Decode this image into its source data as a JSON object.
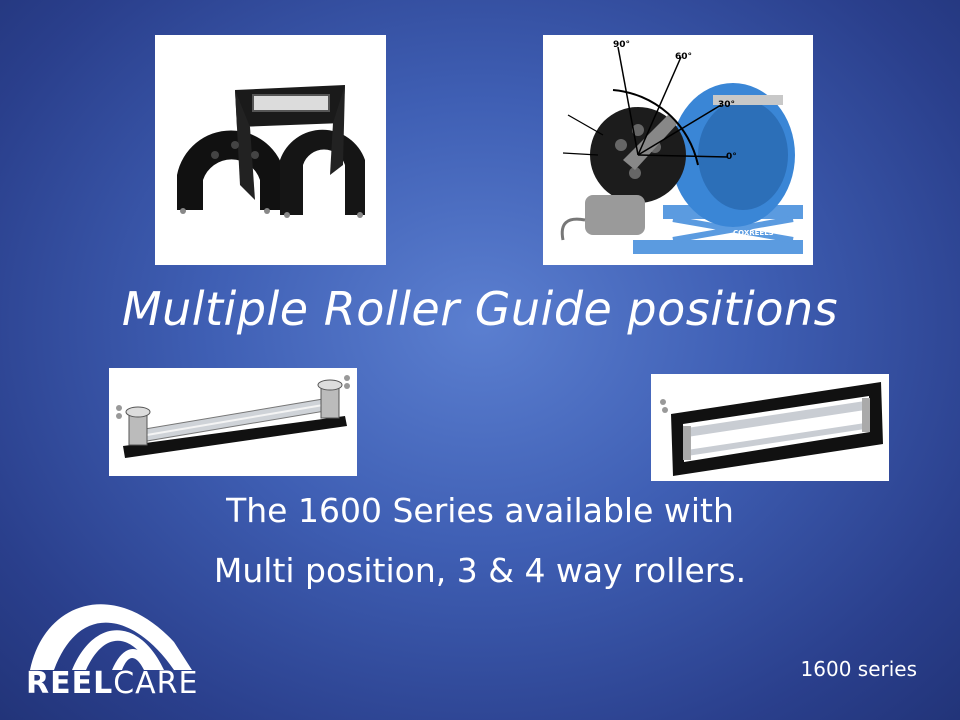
{
  "slide": {
    "title": "Multiple Roller Guide positions",
    "line1": "The 1600 Series available with",
    "line2": "Multi position, 3 & 4 way rollers.",
    "footer_note": "1600 series"
  },
  "reel_diagram": {
    "angles": [
      "90°",
      "60°",
      "30°",
      "0°"
    ],
    "frame_text": "COXREELS"
  },
  "logo": {
    "bold_part": "REEL",
    "light_part": "CARE"
  },
  "colors": {
    "background": "#3f5fb4",
    "text": "#ffffff",
    "reel_blue": "#3a86d6"
  }
}
